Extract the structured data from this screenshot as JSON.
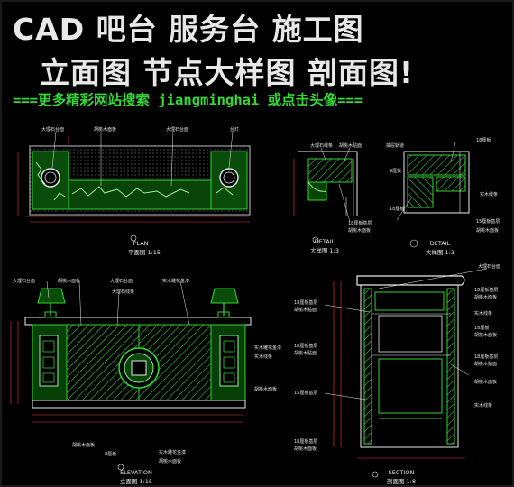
{
  "header": {
    "title_line1": "CAD 吧台 服务台 施工图",
    "title_line2": "立面图 节点大样图 剖面图!",
    "subtitle": "===更多精彩网站搜索 jiangminghai 或点击头像==="
  },
  "plan": {
    "caption_en": "PLAN",
    "caption_cn": "平面图 1:15",
    "labels": {
      "marble_top_left": "大理石台面",
      "walnut_panel": "胡桃木面板",
      "marble_top_right": "大理石台面",
      "table_lamp": "台灯"
    }
  },
  "detail_a": {
    "caption_en": "DETAIL",
    "caption_cn": "大样图 1:3",
    "labels": {
      "marble_line": "大理石线条",
      "walnut_veneer": "胡桃木贴面",
      "ply18": "18厘板基层",
      "walnut_panel": "胡桃木面板"
    }
  },
  "detail_b": {
    "caption_en": "DETAIL",
    "caption_cn": "大样图 1:3",
    "labels": {
      "drawer_rail": "抽屉轨道",
      "ply18_top": "18厘板",
      "ply9": "9厘板",
      "solid_wood": "实木线条",
      "ply18_left": "18厘板",
      "ply15": "15厘板基层",
      "walnut_panel": "胡桃木面板"
    }
  },
  "elevation": {
    "caption_en": "ELEVATION",
    "caption_cn": "立面图 1:15",
    "labels": {
      "marble_top": "大理石台面",
      "walnut_panel_left": "胡桃木面板",
      "marble_top2": "大理石台面",
      "marble_line": "大理石线条",
      "solid_carved": "实木雕花金漆",
      "solid_carved_right": "实木雕花金漆",
      "solid_line_right": "实木线条",
      "walnut_panel_right": "胡桃木面板",
      "walnut_bottom": "胡桃木面板",
      "base_ply": "8厘板",
      "solid_carved_bottom": "实木雕花金漆",
      "walnut_bottom2": "胡桃木面板"
    }
  },
  "section": {
    "caption_en": "SECTION",
    "caption_cn": "剖面图 1:8",
    "labels": {
      "marble_top": "大理石台面",
      "ply18_a": "18厘板基层",
      "walnut_veneer_a": "胡桃木贴面",
      "ply18_b": "18厘板基层",
      "walnut_panel_b": "胡桃木面板",
      "solid_line": "实木线条",
      "ply18_c": "18厘板",
      "walnut_panel_c": "胡桃木面板",
      "ply18_d": "18厘板基层",
      "walnut_veneer_d": "胡桃木贴面",
      "ply18_e": "18厘板基层",
      "walnut_veneer_e": "胡桃木贴面",
      "ply15": "15厘板基层",
      "walnut_panel_f": "胡桃木面板",
      "solid_line_f": "实木线条",
      "ply18_g": "18厘板基层",
      "walnut_g": "胡桃木面板"
    }
  }
}
